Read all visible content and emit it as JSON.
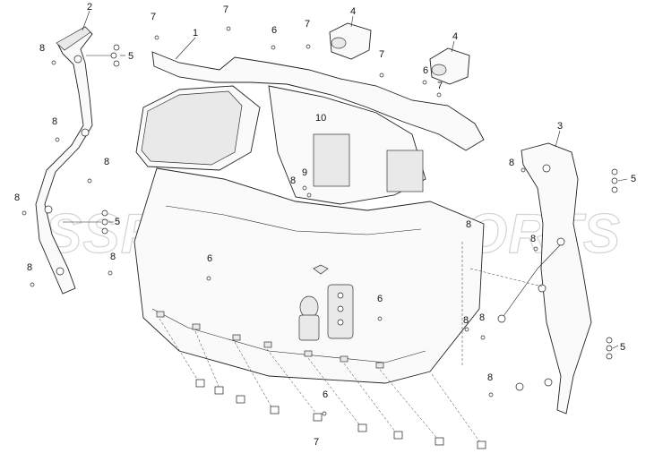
{
  "watermark": "SSR MOTORSPORTS",
  "callouts": {
    "c1": "1",
    "c2": "2",
    "c3": "3",
    "c4a": "4",
    "c4b": "4",
    "c5a": "5",
    "c5b": "5",
    "c5c": "5",
    "c5d": "5",
    "c6a": "6",
    "c6b": "6",
    "c6c": "6",
    "c6d": "6",
    "c6e": "6",
    "c7a": "7",
    "c7b": "7",
    "c7c": "7",
    "c7d": "7",
    "c7e": "7",
    "c7f": "7",
    "c8a": "8",
    "c8b": "8",
    "c8c": "8",
    "c8d": "8",
    "c8e": "8",
    "c8f": "8",
    "c8g": "8",
    "c8h": "8",
    "c8i": "8",
    "c8j": "8",
    "c8k": "8",
    "c8l": "8",
    "c8m": "8",
    "c9": "9",
    "c10": "10"
  }
}
